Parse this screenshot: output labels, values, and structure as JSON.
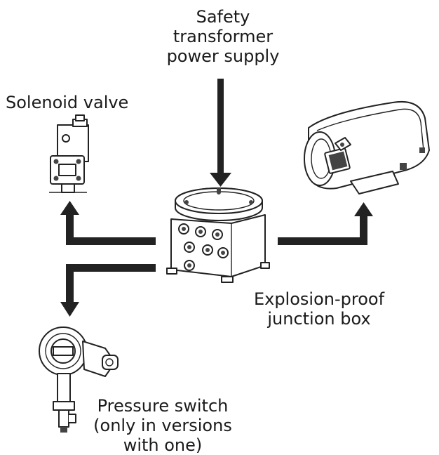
{
  "labels": {
    "supply": [
      "Safety",
      "transformer",
      "power supply"
    ],
    "solenoid": [
      "Solenoid valve"
    ],
    "junction": [
      "Explosion-proof",
      "junction box"
    ],
    "pressure": [
      "Pressure switch",
      "(only in versions",
      "with one)"
    ]
  },
  "icons": {
    "solenoid": "solenoid-valve-icon",
    "junction": "junction-box-icon",
    "camera": "camera-housing-icon",
    "pressure": "pressure-switch-icon"
  },
  "colors": {
    "line": "#222222",
    "background": "#ffffff"
  }
}
